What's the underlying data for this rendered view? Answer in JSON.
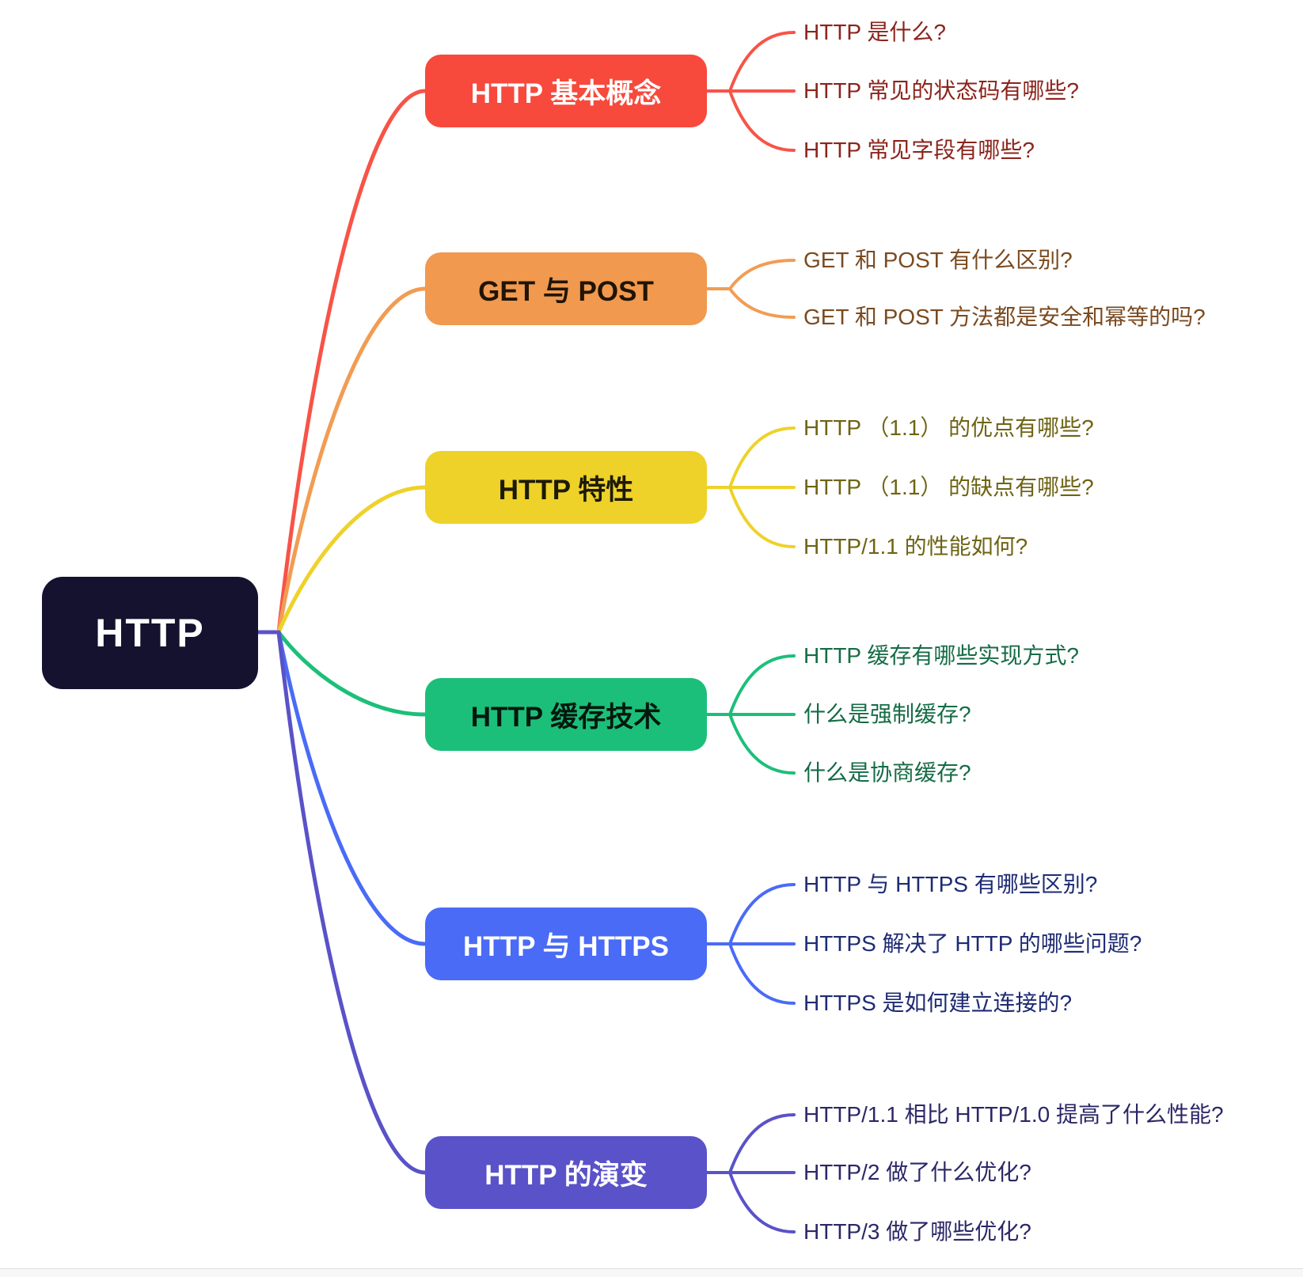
{
  "canvas": {
    "background": "#ffffff"
  },
  "root": {
    "label": "HTTP",
    "bg_color": "#14122f",
    "text_color": "#ffffff"
  },
  "branches": [
    {
      "id": "basic",
      "label": "HTTP 基本概念",
      "box_color": "#f7493c",
      "label_color": "#ffffff",
      "leaf_text_color": "#8b241c",
      "leaves": [
        "HTTP 是什么?",
        "HTTP 常见的状态码有哪些?",
        "HTTP 常见字段有哪些?"
      ]
    },
    {
      "id": "get-post",
      "label": "GET 与 POST",
      "box_color": "#f0994f",
      "label_color": "#201405",
      "leaf_text_color": "#7a4a20",
      "leaves": [
        "GET 和 POST 有什么区别?",
        "GET 和 POST 方法都是安全和幂等的吗?"
      ]
    },
    {
      "id": "features",
      "label": "HTTP 特性",
      "box_color": "#eed22a",
      "label_color": "#1d1a04",
      "leaf_text_color": "#6e6414",
      "leaves": [
        "HTTP （1.1） 的优点有哪些?",
        "HTTP （1.1） 的缺点有哪些?",
        "HTTP/1.1 的性能如何?"
      ]
    },
    {
      "id": "cache",
      "label": "HTTP 缓存技术",
      "box_color": "#1cbf79",
      "label_color": "#04180e",
      "leaf_text_color": "#156c45",
      "leaves": [
        "HTTP 缓存有哪些实现方式?",
        "什么是强制缓存?",
        "什么是协商缓存?"
      ]
    },
    {
      "id": "https",
      "label": "HTTP 与 HTTPS",
      "box_color": "#4a6bf6",
      "label_color": "#ffffff",
      "leaf_text_color": "#1e2b73",
      "leaves": [
        "HTTP 与 HTTPS 有哪些区别?",
        "HTTPS 解决了 HTTP 的哪些问题?",
        "HTTPS  是如何建立连接的?"
      ]
    },
    {
      "id": "evolution",
      "label": "HTTP 的演变",
      "box_color": "#5a52c8",
      "label_color": "#ffffff",
      "leaf_text_color": "#2b2767",
      "leaves": [
        "HTTP/1.1 相比 HTTP/1.0 提高了什么性能?",
        "HTTP/2 做了什么优化?",
        "HTTP/3 做了哪些优化?"
      ]
    }
  ]
}
